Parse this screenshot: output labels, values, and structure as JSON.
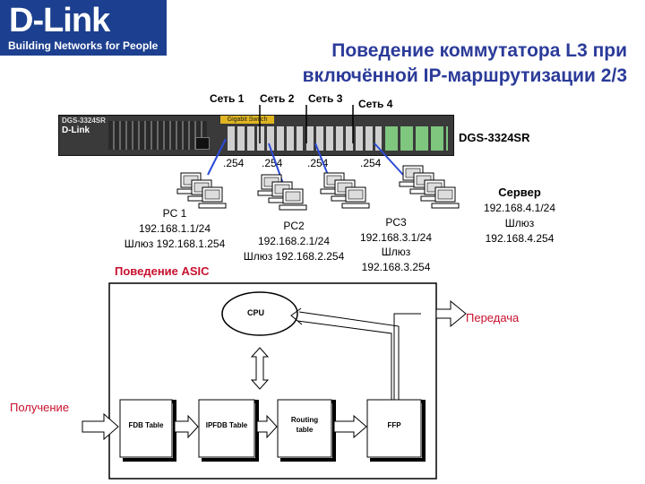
{
  "logo": {
    "brand": "D-Link",
    "tagline": "Building Networks for People"
  },
  "title": {
    "line1": "Поведение коммутатора L3 при",
    "line2": "включённой IP-маршрутизации 2/3"
  },
  "networks": {
    "n1": "Сеть 1",
    "n2": "Сеть 2",
    "n3": "Сеть 3",
    "n4": "Сеть 4"
  },
  "switch": {
    "model": "DGS-3324SR",
    "panel_model": "DGS-3324SR",
    "panel_brand": "D-Link",
    "panel_label": "Gigabit Switch",
    "ports": [
      ".254",
      ".254",
      ".254",
      ".254"
    ]
  },
  "hosts": {
    "pc1": {
      "name": "PC 1",
      "ip": "192.168.1.1/24",
      "gw": "Шлюз 192.168.1.254"
    },
    "pc2": {
      "name": "PC2",
      "ip": "192.168.2.1/24",
      "gw": "Шлюз 192.168.2.254"
    },
    "pc3": {
      "name": "PC3",
      "ip": "192.168.3.1/24",
      "gw_label": "Шлюз",
      "gw": "192.168.3.254"
    },
    "server": {
      "name": "Сервер",
      "ip": "192.168.4.1/24",
      "gw_label": "Шлюз",
      "gw": "192.168.4.254"
    }
  },
  "asic": {
    "heading": "Поведение ASIC",
    "cpu": "CPU",
    "fdb": "FDB Table",
    "ipfdb": "IPFDB Table",
    "routing_1": "Routing",
    "routing_2": "table",
    "ffp": "FFP",
    "receive": "Получение",
    "transmit": "Передача"
  },
  "colors": {
    "title": "#2b3b99",
    "accent_red": "#c8102e",
    "link_blue": "#2b4bd8",
    "logo_bg": "#1d3f8f"
  }
}
